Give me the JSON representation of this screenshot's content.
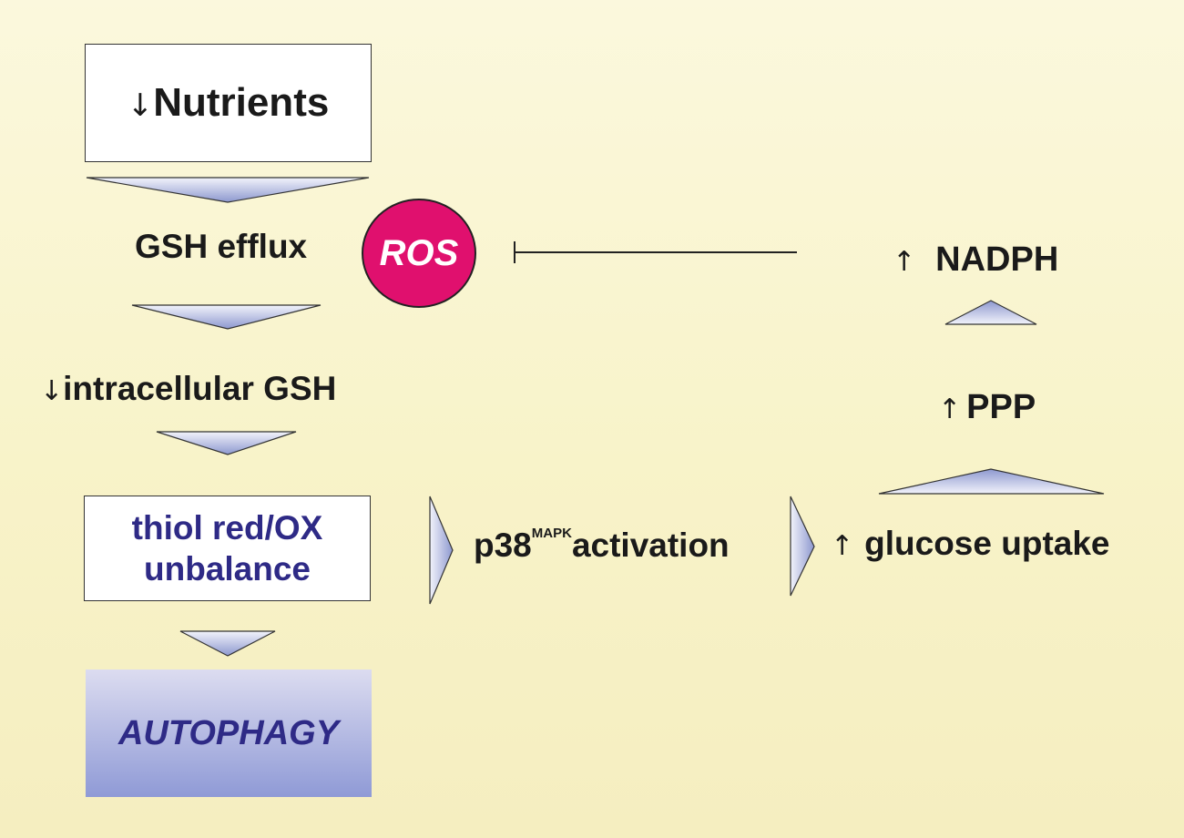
{
  "nodes": {
    "nutrients": {
      "arrow": "↓",
      "label": "Nutrients"
    },
    "gsh_efflux": {
      "label": "GSH efflux"
    },
    "ros": {
      "label": "ROS"
    },
    "intracellular_gsh": {
      "arrow": "↓",
      "label": "intracellular GSH"
    },
    "thiol": {
      "line1": "thiol red/OX",
      "line2": "unbalance"
    },
    "autophagy": {
      "label": "AUTOPHAGY"
    },
    "p38": {
      "base": "p38",
      "sup": "MAPK",
      "rest": "activation"
    },
    "glucose": {
      "arrow": "↑",
      "label": "glucose uptake"
    },
    "ppp": {
      "arrow": "↑",
      "label": "PPP"
    },
    "nadph": {
      "arrow": "↑",
      "label": "NADPH"
    }
  },
  "colors": {
    "ros_fill": "#e0106e",
    "thiol_text": "#2e2a86",
    "autophagy_text": "#2e2a86",
    "arrow_fill_light": "#eef0fa",
    "arrow_fill_dark": "#8f9ad0"
  }
}
